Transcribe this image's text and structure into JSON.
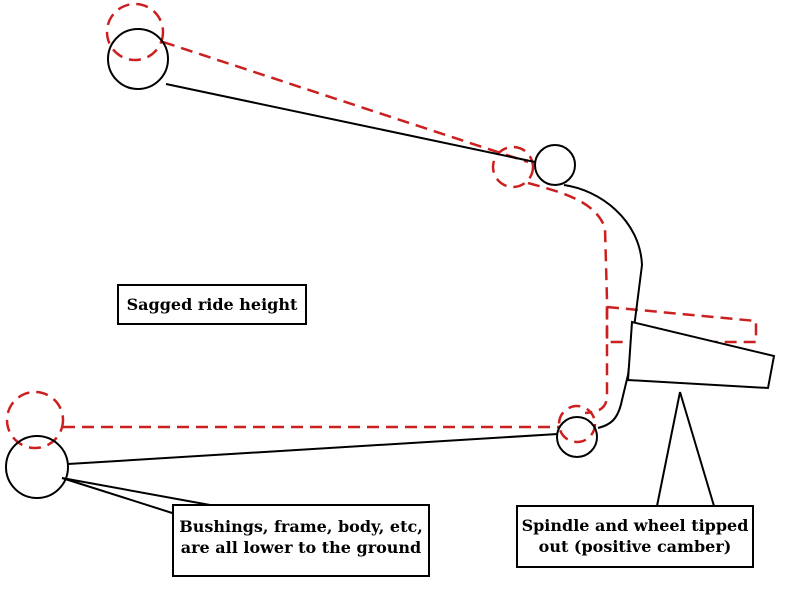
{
  "labels": {
    "sagged": "Sagged ride height",
    "bushings_line1": "Bushings, frame, body, etc,",
    "bushings_line2": "are all lower to the ground",
    "spindle_line1": "Spindle and wheel tipped",
    "spindle_line2": "out (positive camber)"
  },
  "colors": {
    "solid": "#000000",
    "dashed": "#cc2020",
    "background": "#ffffff"
  }
}
